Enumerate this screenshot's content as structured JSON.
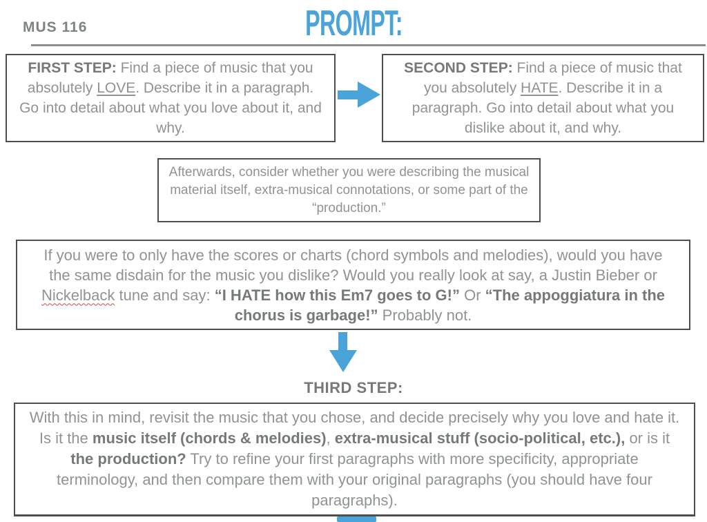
{
  "header": {
    "course_code": "MUS 116",
    "title": "PROMPT:"
  },
  "colors": {
    "accent_blue": "#4BA4D9",
    "body_gray": "#8F9394",
    "bold_gray": "#75797A",
    "border_gray": "#4E4E4E",
    "rule_gray": "#8E8E8E",
    "squiggle_red": "#D0483C"
  },
  "icons": {
    "arrow_right": "arrow-right",
    "arrow_down": "arrow-down",
    "clipped_arrow": "arrow-down-clipped"
  },
  "first_step": {
    "segments": [
      {
        "text": "FIRST STEP: ",
        "bold": true
      },
      {
        "text": "Find a piece of music that you absolutely "
      },
      {
        "text": "LOVE",
        "underline": true
      },
      {
        "text": ". Describe it in a paragraph. Go into detail about what you love about it, and why."
      }
    ]
  },
  "second_step": {
    "segments": [
      {
        "text": "SECOND STEP: ",
        "bold": true
      },
      {
        "text": "Find a piece of music that you absolutely "
      },
      {
        "text": "HATE",
        "underline": true
      },
      {
        "text": ". Describe it in a paragraph. Go into detail about what you dislike about it, and why."
      }
    ]
  },
  "aside": {
    "text": "Afterwards, consider whether you were describing the musical material itself, extra-musical connotations, or some part of the “production.”"
  },
  "challenge": {
    "segments": [
      {
        "text": "If you were to only have the scores or charts (chord symbols and melodies), would you have the same disdain for the music you dislike? Would you really look at say, a Justin Bieber or "
      },
      {
        "text": "Nickelback",
        "squiggle": true
      },
      {
        "text": " tune and say: "
      },
      {
        "text": "“I HATE how this Em7 goes to G!”",
        "bold": true
      },
      {
        "text": " Or "
      },
      {
        "text": "“The appoggiatura in the chorus is garbage!”",
        "bold": true
      },
      {
        "text": " Probably not."
      }
    ]
  },
  "third_step": {
    "heading": "THIRD STEP:",
    "segments": [
      {
        "text": "With this in mind, revisit the music that you chose, and decide precisely why you love and hate it. Is it the "
      },
      {
        "text": "music itself (chords & melodies)",
        "bold": true
      },
      {
        "text": ", "
      },
      {
        "text": "extra-musical stuff (socio-political, etc.),",
        "bold": true
      },
      {
        "text": " or is it "
      },
      {
        "text": "the production?",
        "bold": true
      },
      {
        "text": " Try to refine your first paragraphs with more specificity, appropriate terminology, and then compare them with your original paragraphs (you should have four paragraphs)."
      }
    ]
  }
}
